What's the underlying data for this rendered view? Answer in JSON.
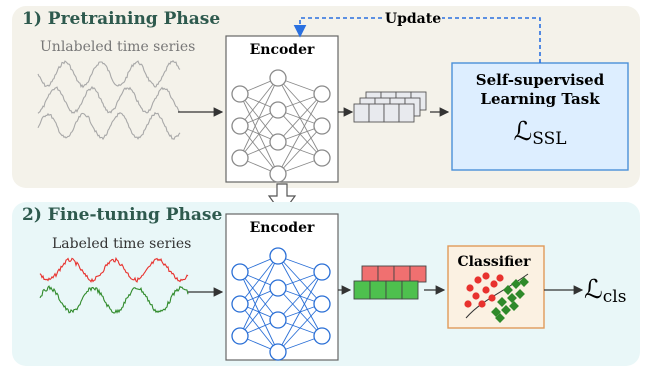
{
  "pretraining": {
    "title": "1) Pretraining Phase",
    "series_label": "Unlabeled time series",
    "encoder_label": "Encoder",
    "task_line1": "Self-supervised",
    "task_line2": "Learning Task",
    "loss_symbol": "ℒ",
    "loss_subscript": "SSL",
    "update_label": "Update",
    "panel_color": "#f4f2ea",
    "series_color": "#a8a8a8",
    "network_color": "#8a8a8a",
    "feature_color": "#e8eaee",
    "task_color": "#ddeeff",
    "task_border": "#4a90d9",
    "update_color": "#2a70e0"
  },
  "finetuning": {
    "title": "2) Fine-tuning Phase",
    "series_label": "Labeled time series",
    "encoder_label": "Encoder",
    "classifier_label": "Classifier",
    "loss_symbol": "ℒ",
    "loss_subscript": "cls",
    "panel_color": "#e9f7f8",
    "series_colors": [
      "#e8322e",
      "#2f8a2a"
    ],
    "network_color": "#2a6fd6",
    "feature_colors": [
      "#f07070",
      "#4ec04e"
    ],
    "classifier_fill": "#fbf1e2",
    "classifier_border": "#e09a5a"
  },
  "title_color": "#2e5a4e"
}
